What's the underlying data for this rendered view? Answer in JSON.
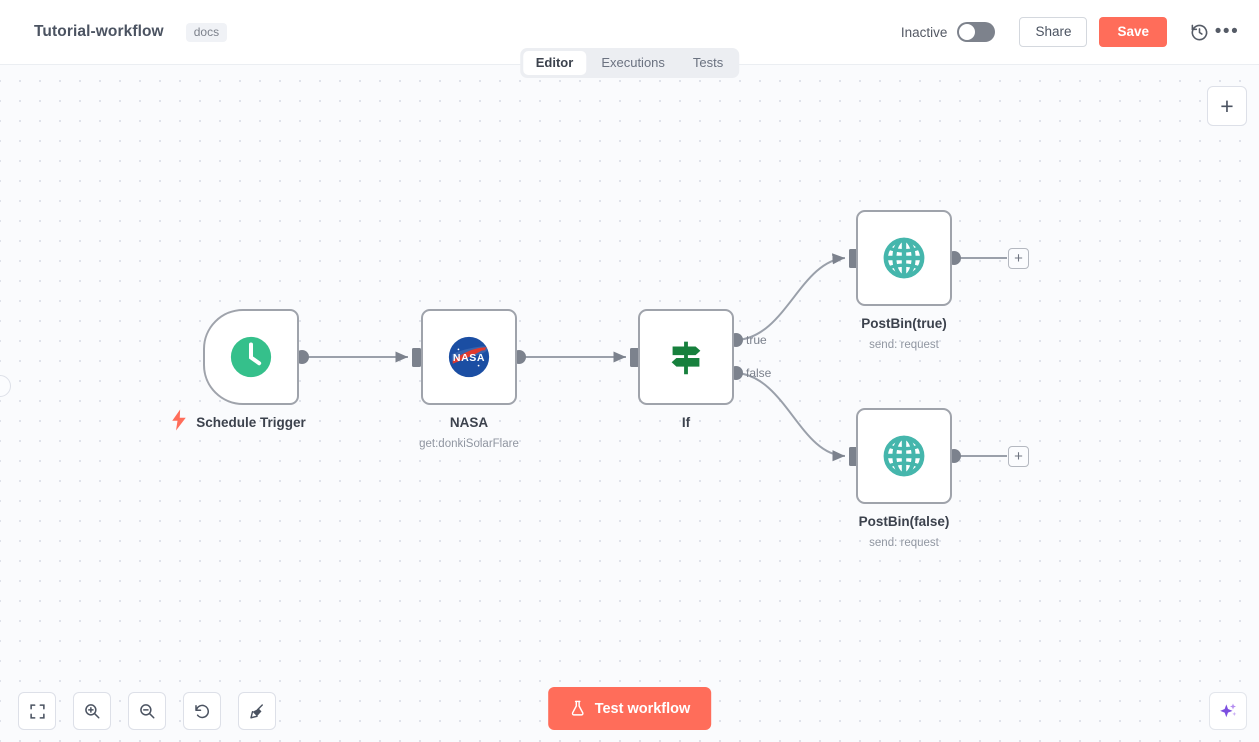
{
  "header": {
    "workflow_title": "Tutorial-workflow",
    "tag_label": "docs",
    "activator_label": "Inactive",
    "share_label": "Share",
    "save_label": "Save",
    "history_icon": "history-clock-icon",
    "overflow_icon": "more-options-icon",
    "toggle_state": "off"
  },
  "tabs": [
    {
      "label": "Editor",
      "active": true
    },
    {
      "label": "Executions",
      "active": false
    },
    {
      "label": "Tests",
      "active": false
    }
  ],
  "canvas": {
    "add_node_icon": "plus-icon",
    "nodes": [
      {
        "id": "schedule-trigger",
        "name": "Schedule Trigger",
        "subtitle": "",
        "icon": "clock-icon",
        "kind": "trigger",
        "trigger_badge_icon": "lightning-bolt-icon"
      },
      {
        "id": "nasa",
        "name": "NASA",
        "subtitle": "get:donkiSolarFlare",
        "icon": "nasa-logo-icon",
        "kind": "action"
      },
      {
        "id": "if",
        "name": "If",
        "subtitle": "",
        "icon": "signpost-icon",
        "kind": "branch",
        "outputs": [
          "true",
          "false"
        ]
      },
      {
        "id": "postbin-true",
        "name": "PostBin(true)",
        "subtitle": "send: request",
        "icon": "globe-icon",
        "kind": "action"
      },
      {
        "id": "postbin-false",
        "name": "PostBin(false)",
        "subtitle": "send: request",
        "icon": "globe-icon",
        "kind": "action"
      }
    ],
    "connection_add_icon": "plus-icon"
  },
  "toolbar": {
    "buttons": [
      {
        "name": "fit-to-view",
        "icon": "fit-view-icon"
      },
      {
        "name": "zoom-in",
        "icon": "zoom-in-icon"
      },
      {
        "name": "zoom-out",
        "icon": "zoom-out-icon"
      },
      {
        "name": "reset-zoom",
        "icon": "undo-arrow-icon"
      },
      {
        "name": "tidy-up",
        "icon": "broom-icon"
      }
    ],
    "test_workflow_label": "Test workflow",
    "test_workflow_icon": "flask-icon",
    "ai_assistant_icon": "sparkle-icon"
  },
  "colors": {
    "accent": "#ff6d5a",
    "trigger_green": "#35c08b",
    "if_green": "#17803d",
    "globe_teal": "#45b6ac",
    "node_border": "#9fa3ab",
    "canvas_bg": "#fafbfd"
  }
}
